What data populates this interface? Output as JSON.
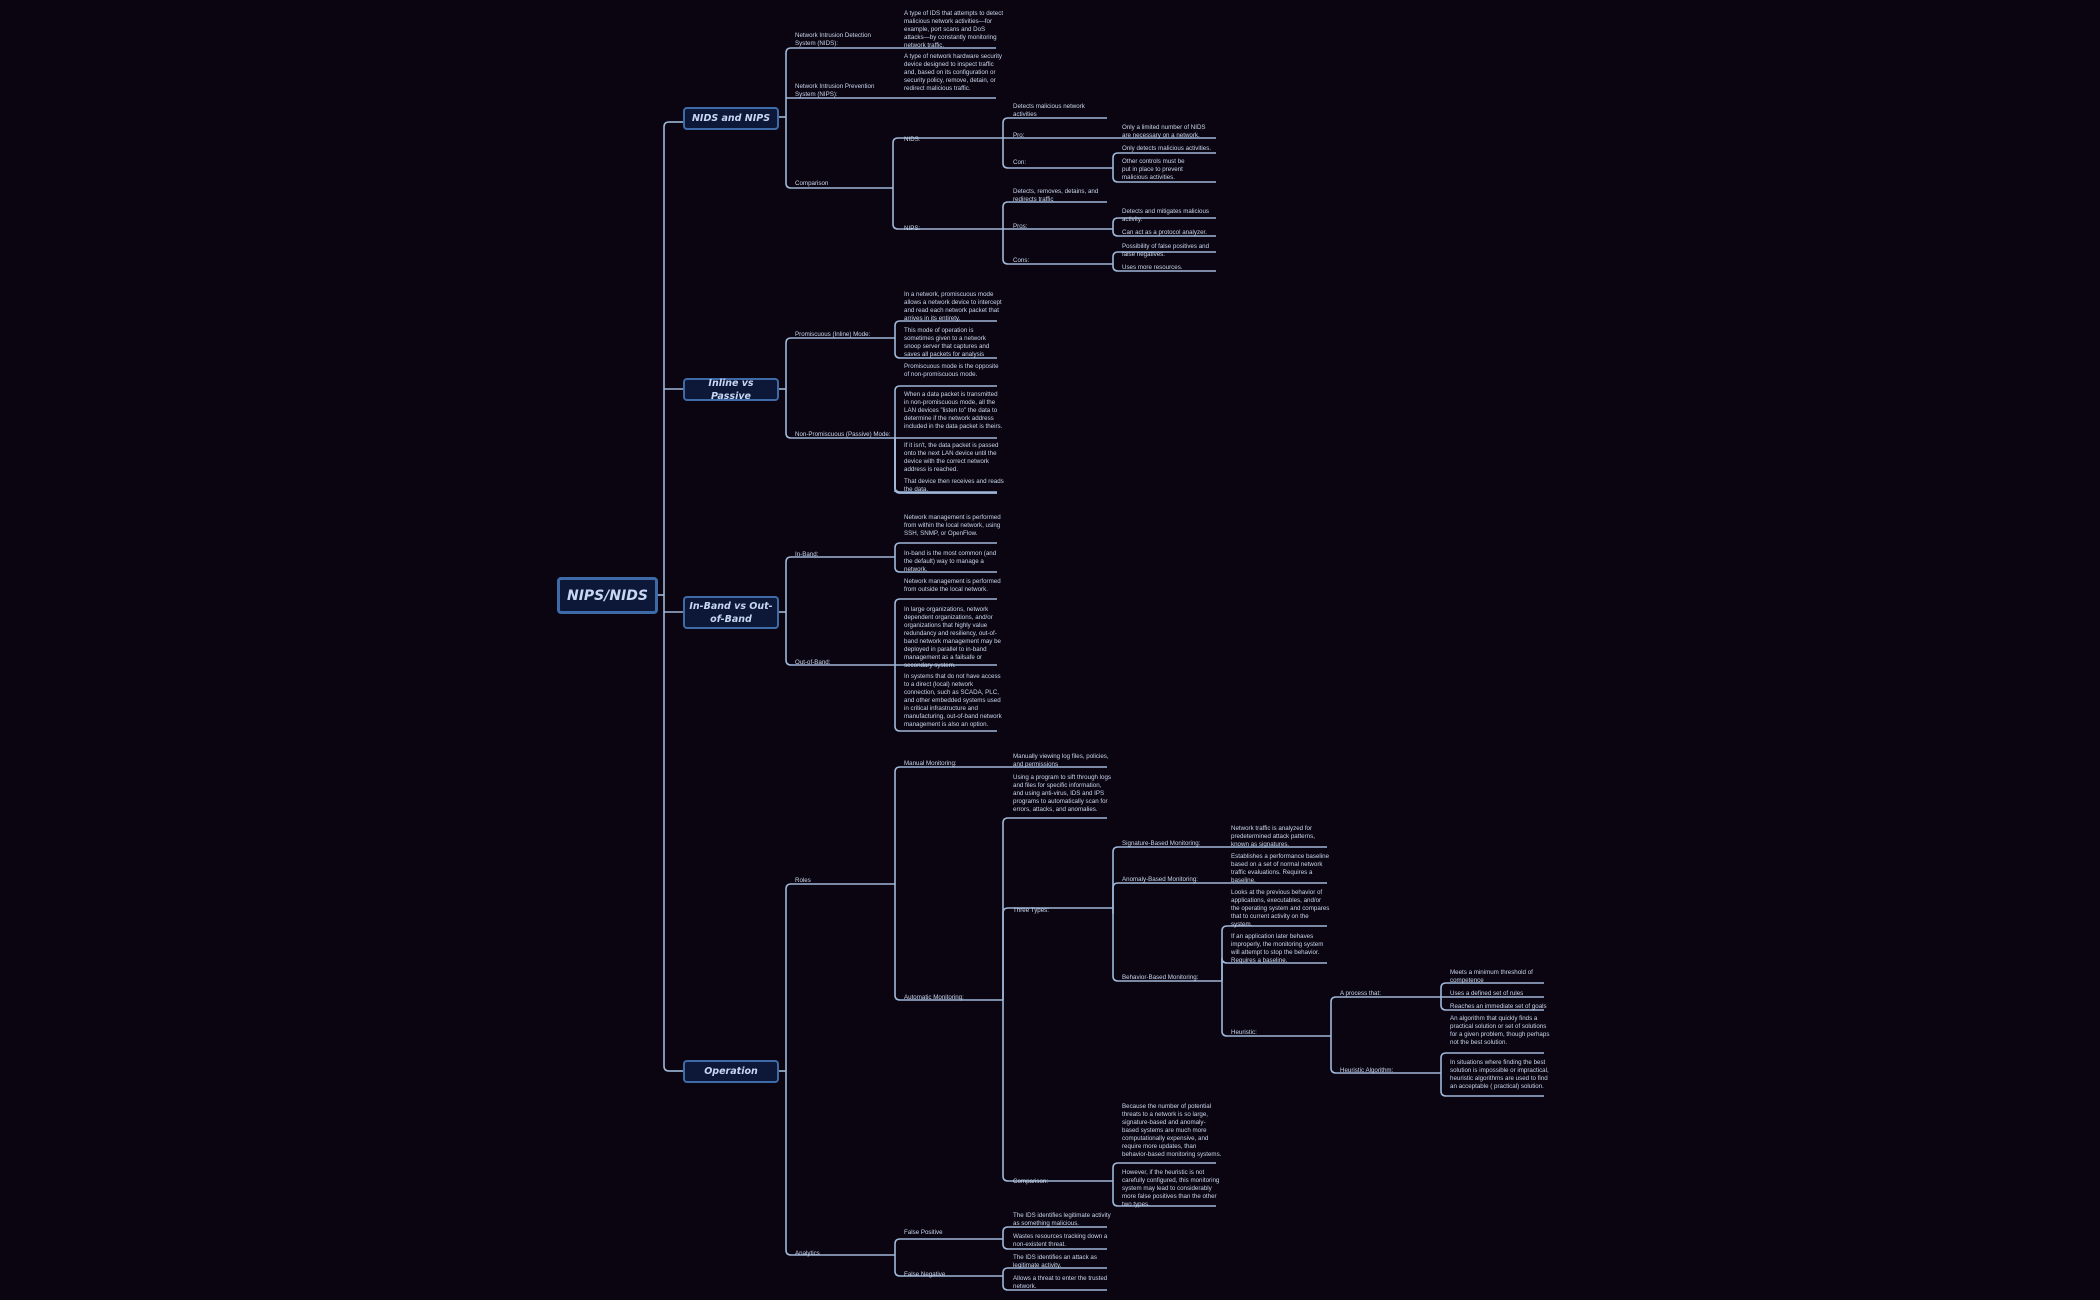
{
  "root": "NIPS/NIDS",
  "branches": {
    "nids_nips": {
      "title": "NIDS and NIPS",
      "nids_label": "Network Intrusion Detection System (NIDS):",
      "nids_desc": "A type of IDS that attempts to detect malicious network activities—for example, port scans and DoS attacks—by constantly monitoring network traffic.",
      "nips_label": "Network Intrusion Prevention System (NIPS):",
      "nips_desc": "A type of network hardware security device designed to inspect traffic and, based on its configuration or security policy, remove, detain, or redirect malicious traffic.",
      "comparison_label": "Comparison",
      "cmp_nids": {
        "label": "NIDS:",
        "desc": "Detects malicious network activities",
        "pro_label": "Pro:",
        "pro_items": [
          "Only a limited number of NIDS are necessary on a network."
        ],
        "con_label": "Con:",
        "con_items": [
          "Only detects malicious activities.",
          "Other controls must be put in place to prevent malicious activities."
        ]
      },
      "cmp_nips": {
        "label": "NIPS:",
        "desc": "Detects, removes, detains, and redirects traffic",
        "pro_label": "Pros:",
        "pro_items": [
          "Detects and mitigates malicious activity.",
          "Can act as a protocol analyzer."
        ],
        "con_label": "Cons:",
        "con_items": [
          "Possibility of false positives and false negatives.",
          "Uses more resources."
        ]
      }
    },
    "inline_passive": {
      "title": "Inline vs Passive",
      "promisc_label": "Promiscuous (Inline) Mode:",
      "promisc_items": [
        "In a network, promiscuous mode allows a network device to intercept and read each network packet that arrives in its entirety.",
        "This mode of operation is sometimes given to a network snoop server that captures and saves all packets for analysis"
      ],
      "nonpromisc_label": "Non-Promiscuous (Passive) Mode:",
      "nonpromisc_items": [
        "Promiscuous mode is the opposite of non-promiscuous mode.",
        "When a data packet is transmitted in non-promiscuous mode, all the LAN devices \"listen to\" the data to determine if the network address included in the data packet is theirs.",
        "If it isn't, the data packet is passed onto the next LAN device until the device with the correct network address is reached.",
        "That device then receives and reads the data."
      ]
    },
    "inband_oob": {
      "title": "In-Band vs Out-of-Band",
      "inband_label": "In-Band:",
      "inband_items": [
        "Network management is performed from within the local network, using SSH, SNMP, or OpenFlow.",
        "In-band is the most common (and the default) way to manage a network."
      ],
      "oob_label": "Out-of-Band:",
      "oob_items": [
        "Network management is performed from outside the local network.",
        "In large organizations, network dependent organizations, and/or organizations that highly value redundancy and resiliency, out-of-band network management may be deployed in parallel to in-band management as a failsafe or secondary system.",
        "In systems that do not have access to a direct (local) network connection, such as SCADA, PLC, and other embedded systems used in critical infrastructure and manufacturing, out-of-band network management is also an option."
      ]
    },
    "operation": {
      "title": "Operation",
      "roles_label": "Roles",
      "manual_label": "Manual Monitoring:",
      "manual_desc": "Manually viewing log files, policies, and permissions",
      "auto_label": "Automatic Monitoring:",
      "auto_desc": "Using a program to sift through logs and files for specific information, and using anti-virus, IDS and IPS programs to automatically scan for errors, attacks, and anomalies.",
      "three_types_label": "Three Types:",
      "signature_label": "Signature-Based Monitoring:",
      "signature_desc": "Network traffic is analyzed for predetermined attack patterns, known as signatures.",
      "anomaly_label": "Anomaly-Based Monitoring:",
      "anomaly_desc": "Establishes a performance baseline based on a set of normal network traffic evaluations. Requires a baseline.",
      "behavior_label": "Behavior-Based Monitoring:",
      "behavior_items": [
        "Looks at the previous behavior of applications, executables, and/or the operating system and compares that to current activity on the system.",
        "If an application later behaves improperly, the monitoring system will attempt to stop the behavior. Requires a baseline."
      ],
      "heuristic_label": "Heuristic:",
      "process_label": "A process that:",
      "process_items": [
        "Meets a minimum threshold of competence",
        "Uses a defined set of rules",
        "Reaches an immediate set of goals"
      ],
      "heur_alg_label": "Heuristic Algorithm:",
      "heur_alg_items": [
        "An algorithm that quickly finds a practical solution or set of solutions for a given problem, though perhaps not the best solution.",
        "In situations where finding the best solution is impossible or impractical, heuristic algorithms are used to find an acceptable ( practical) solution."
      ],
      "comparison_label": "Comparison:",
      "comparison_items": [
        "Because the number of potential threats to a network is so large, signature-based and anomaly-based systems are much more computationally expensive, and require more updates, than behavior-based monitoring systems.",
        "However, if the heuristic is not carefully configured, this monitoring system may lead to considerably more false positives than the other two types."
      ],
      "analytics_label": "Analytics",
      "fp_label": "False Positive",
      "fp_items": [
        "The IDS identifies legitimate activity as something malicious.",
        "Wastes resources tracking down a non-existent threat."
      ],
      "fn_label": "False Negative",
      "fn_items": [
        "The IDS identifies an attack as legitimate activity.",
        "Allows a threat to enter the trusted network."
      ]
    }
  }
}
